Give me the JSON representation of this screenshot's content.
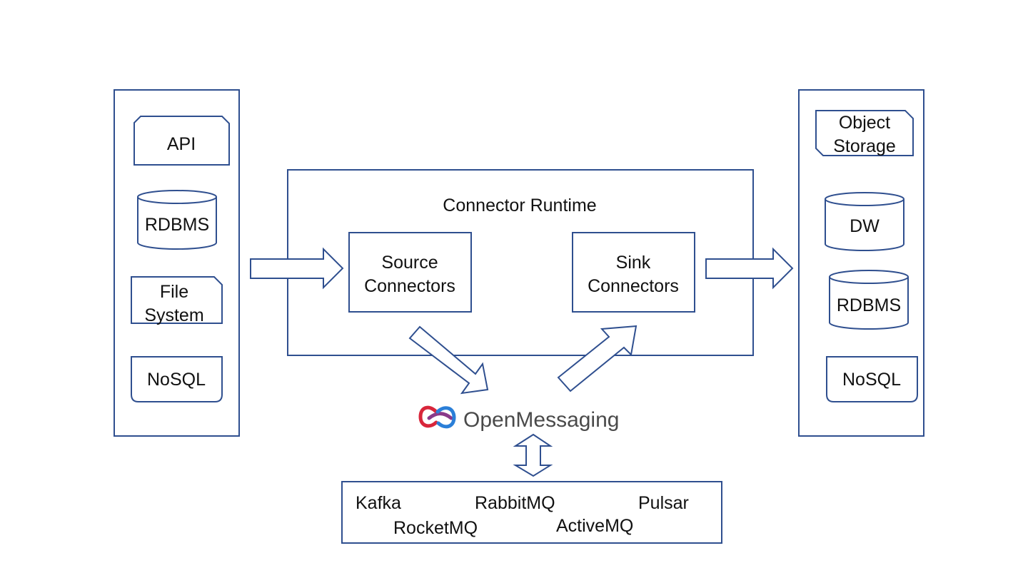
{
  "colors": {
    "stroke": "#2f4f8f",
    "text": "#111111",
    "logo_red": "#d8263b",
    "logo_blue": "#2b7fd8",
    "logo_text": "#4a4a4a"
  },
  "sources": {
    "api": "API",
    "rdbms": "RDBMS",
    "file_system_line1": "File",
    "file_system_line2": "System",
    "nosql": "NoSQL"
  },
  "runtime": {
    "title": "Connector Runtime",
    "source_line1": "Source",
    "source_line2": "Connectors",
    "sink_line1": "Sink",
    "sink_line2": "Connectors"
  },
  "sinks": {
    "object_storage_line1": "Object",
    "object_storage_line2": "Storage",
    "dw": "DW",
    "rdbms": "RDBMS",
    "nosql": "NoSQL"
  },
  "openmessaging": {
    "logo_text": "OpenMessaging",
    "icon": "openmessaging-logo-icon"
  },
  "mq": {
    "kafka": "Kafka",
    "rabbitmq": "RabbitMQ",
    "pulsar": "Pulsar",
    "rocketmq": "RocketMQ",
    "activemq": "ActiveMQ"
  }
}
